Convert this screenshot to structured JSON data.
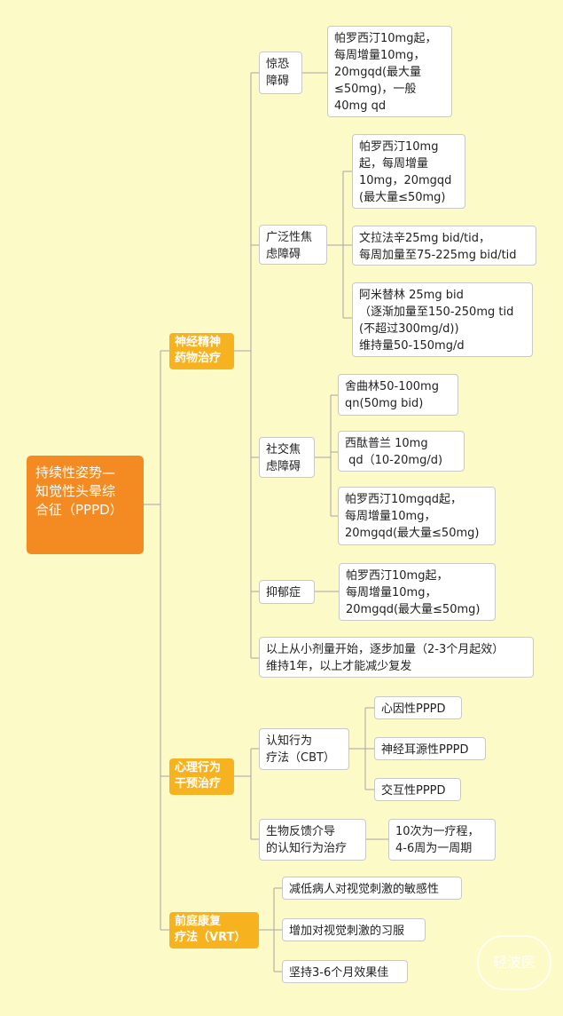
{
  "root": {
    "label": "持续性姿势—\n知觉性头晕综\n合征（PPPD）"
  },
  "categories": [
    {
      "label": "神经精神\n药物治疗"
    },
    {
      "label": "心理行为\n干预治疗"
    },
    {
      "label": "前庭康复\n疗法（VRT）"
    }
  ],
  "drug": {
    "panic": {
      "label": "惊恐\n障碍",
      "detail": "帕罗西汀10mg起，\n每周增量10mg，\n20mgqd(最大量\n≤50mg)，一般\n40mg qd"
    },
    "gad": {
      "label": "广泛性焦\n虑障碍",
      "details": [
        "帕罗西汀10mg\n起，每周增量\n10mg，20mgqd\n(最大量≤50mg)",
        "文拉法辛25mg bid/tid，\n每周加量至75-225mg bid/tid",
        "阿米替林 25mg bid\n（逐渐加量至150-250mg tid\n(不超过300mg/d))\n维持量50-150mg/d"
      ]
    },
    "social": {
      "label": "社交焦\n虑障碍",
      "details": [
        "舍曲林50-100mg\nqn(50mg bid)",
        "西酞普兰 10mg\n qd（10-20mg/d)",
        "帕罗西汀10mgqd起，\n每周增量10mg，\n20mgqd(最大量≤50mg)"
      ]
    },
    "depression": {
      "label": "抑郁症",
      "detail": "帕罗西汀10mg起，\n每周增量10mg，\n20mgqd(最大量≤50mg)"
    },
    "note": "以上从小剂量开始，逐步加量（2-3个月起效）\n维持1年，以上才能减少复发"
  },
  "psych": {
    "cbt": {
      "label": "认知行为\n疗法（CBT）",
      "details": [
        "心因性PPPD",
        "神经耳源性PPPD",
        "交互性PPPD"
      ]
    },
    "bio": {
      "label": "生物反馈介导\n的认知行为治疗",
      "detail": "10次为一疗程，\n4-6周为一周期"
    }
  },
  "vrt": {
    "items": [
      "减低病人对视觉刺激的敏感性",
      "增加对视觉刺激的习服",
      "坚持3-6个月效果佳"
    ]
  },
  "watermark": "轻波医"
}
